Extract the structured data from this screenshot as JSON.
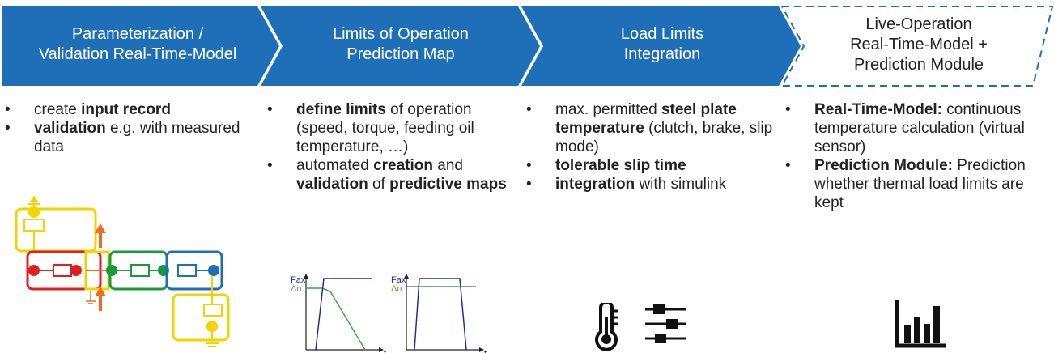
{
  "steps": [
    {
      "label": "Parameterization /\nValidation Real-Time-Model",
      "style": "filled"
    },
    {
      "label": "Limits of Operation\nPrediction Map",
      "style": "filled"
    },
    {
      "label": "Load Limits\nIntegration",
      "style": "filled"
    },
    {
      "label": "Live-Operation\nReal-Time-Model +\nPrediction Module",
      "style": "dashed"
    }
  ],
  "colors": {
    "step_fill": "#1e6fb8",
    "accent_red": "#e02020",
    "accent_green": "#1a9a3a",
    "accent_blue": "#1e6fb8",
    "accent_yellow": "#f2d400",
    "accent_orange": "#f26b1d",
    "graph_blue": "#1f2f9a",
    "graph_green": "#3aaa35"
  },
  "columns": [
    {
      "bullets": [
        [
          {
            "t": "create "
          },
          {
            "t": "input record",
            "b": true
          }
        ],
        [
          {
            "t": "validation",
            "b": true
          },
          {
            "t": " e.g. with measured data"
          }
        ]
      ]
    },
    {
      "bullets": [
        [
          {
            "t": "define limits",
            "b": true
          },
          {
            "t": " of operation (speed, torque, feeding oil temperature, …)"
          }
        ],
        [
          {
            "t": "automated "
          },
          {
            "t": "creation",
            "b": true
          },
          {
            "t": " and "
          },
          {
            "t": "validation",
            "b": true
          },
          {
            "t": " of "
          },
          {
            "t": "predictive maps",
            "b": true
          }
        ]
      ]
    },
    {
      "bullets": [
        [
          {
            "t": "max. permitted "
          },
          {
            "t": "steel plate temperature",
            "b": true
          },
          {
            "t": " (clutch, brake, slip mode)"
          }
        ],
        [
          {
            "t": "tolerable slip time",
            "b": true
          }
        ],
        [
          {
            "t": "integration",
            "b": true
          },
          {
            "t": " with simulink"
          }
        ]
      ]
    },
    {
      "bullets": [
        [
          {
            "t": "Real-Time-Model:",
            "b": true
          },
          {
            "t": " continuous temperature calculation (virtual sensor)"
          }
        ],
        [
          {
            "t": "Prediction Module:",
            "b": true
          },
          {
            "t": " Prediction whether thermal load limits are kept"
          }
        ]
      ]
    }
  ],
  "graph": {
    "y1": "Fax",
    "y2": "Δn",
    "x": "t"
  },
  "icons": [
    "model-schematic-icon",
    "prediction-map-graphs",
    "thermometer-icon",
    "sliders-icon",
    "bar-chart-icon"
  ]
}
